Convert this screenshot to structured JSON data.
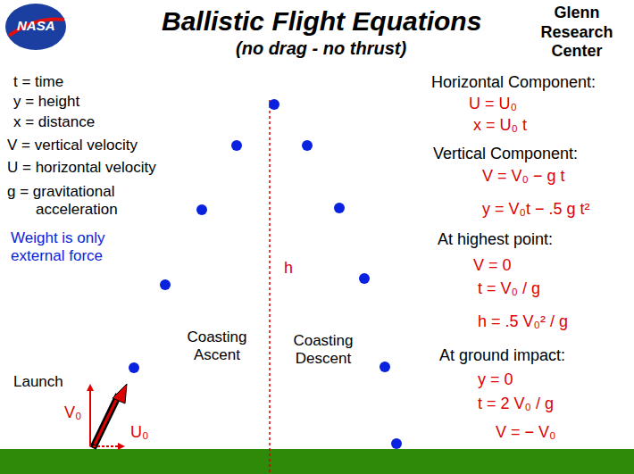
{
  "diagram": {
    "title": "Ballistic Flight Equations",
    "labels": [
      "NASA",
      "(no drag - no thrust)",
      "Glenn Research Center",
      "t = time",
      "y = height",
      "x = distance",
      "V = vertical velocity",
      "U = horizontal velocity",
      "g = gravitational acceleration",
      "Weight is only external force",
      "Horizontal Component:",
      "U = U₀",
      "x = U₀ t",
      "Vertical Component:",
      "V = V₀ − g t",
      "y = V₀t − .5 g t²",
      "At highest point:",
      "V = 0",
      "t = V₀ / g",
      "h = .5 V₀² / g",
      "At ground impact:",
      "y = 0",
      "t = 2 V₀ / g",
      "V = − V₀",
      "h",
      "Coasting Ascent",
      "Coasting Descent",
      "Launch",
      "V₀",
      "U₀"
    ]
  }
}
